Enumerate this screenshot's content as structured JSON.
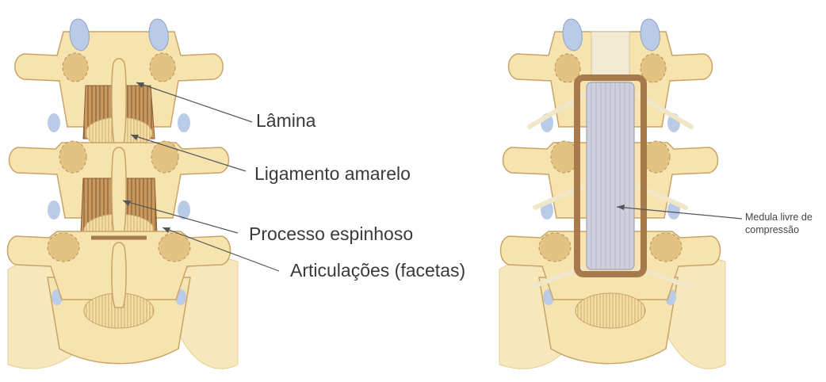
{
  "labels": {
    "lamina": "Lâmina",
    "ligamento": "Ligamento amarelo",
    "processo": "Processo espinhoso",
    "articulacoes": "Articulações (facetas)",
    "medula_line1": "Medula livre de",
    "medula_line2": "compressão"
  },
  "colors": {
    "bone": "#f6e3ae",
    "bone_outline": "#c9a468",
    "bone_shadow": "#e2c382",
    "disc": "#b9cbe6",
    "ligament": "#a67a4a",
    "cord": "#c9cbd8",
    "text": "#3a3a3a",
    "leader": "#555555"
  }
}
